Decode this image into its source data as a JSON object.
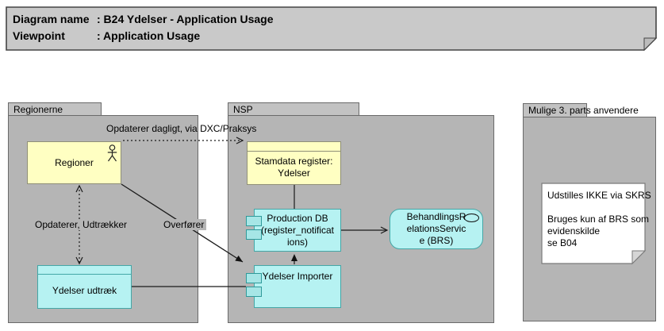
{
  "title": {
    "rows": [
      {
        "label": "Diagram name",
        "value": ": B24 Ydelser - Application Usage"
      },
      {
        "label": "Viewpoint",
        "value": ": Application Usage"
      }
    ]
  },
  "groups": {
    "regionerne": {
      "label": "Regionerne"
    },
    "nsp": {
      "label": "NSP"
    },
    "mulige": {
      "label": "Mulige 3. parts anvendere"
    }
  },
  "elements": {
    "regioner": {
      "label": "Regioner",
      "type": "actor"
    },
    "stamdata": {
      "label": "Stamdata register: Ydelser",
      "lines": [
        "Stamdata register:",
        "Ydelser"
      ]
    },
    "ydelser_udtraek": {
      "label": "Ydelser udtræk"
    },
    "production_db": {
      "label": "Production DB (register_notifications)",
      "lines": [
        "Production DB",
        "(register_notificat",
        "ions)"
      ]
    },
    "ydelser_importer": {
      "label": "Ydelser Importer"
    },
    "brs": {
      "label": "BehandlingsRelationsService (BRS)",
      "lines": [
        "BehandlingsR",
        "elationsServic",
        "e (BRS)"
      ]
    }
  },
  "connectors": {
    "opdaterer_dagligt": {
      "label": "Opdaterer dagligt, via DXC/Praksys",
      "style": "dotted, open arrow",
      "from": "Regioner",
      "to": "Stamdata register: Ydelser"
    },
    "opdaterer_udtraekker": {
      "label": "Opdaterer, Udtrækker",
      "style": "dotted, double open arrow",
      "from": "Regioner",
      "to": "Ydelser udtræk"
    },
    "overfoerer": {
      "label": "Overfører",
      "style": "solid, filled arrow",
      "from": "Regioner",
      "to": "Ydelser Importer"
    }
  },
  "note": {
    "lines": [
      "Udstilles IKKE via SKRS",
      "",
      "Bruges kun af BRS som",
      "evidenskilde",
      "se B04"
    ]
  },
  "colors": {
    "group_fill": "#b5b5b5",
    "group_tab_fill": "#c2c2c2",
    "group_border": "#6a6a6a",
    "yellow_fill": "#ffffc2",
    "yellow_border": "#8f8f78",
    "cyan_fill": "#b6f2f2",
    "cyan_border": "#44a7a7",
    "component_tab_fill": "#a6e6e6",
    "component_tab_border": "#2f9a9a",
    "title_fill": "#c9c9c9",
    "title_border": "#454545",
    "note_fill": "#ffffff",
    "note_border": "#7a7a7a",
    "connector": "#1a1a1a"
  }
}
